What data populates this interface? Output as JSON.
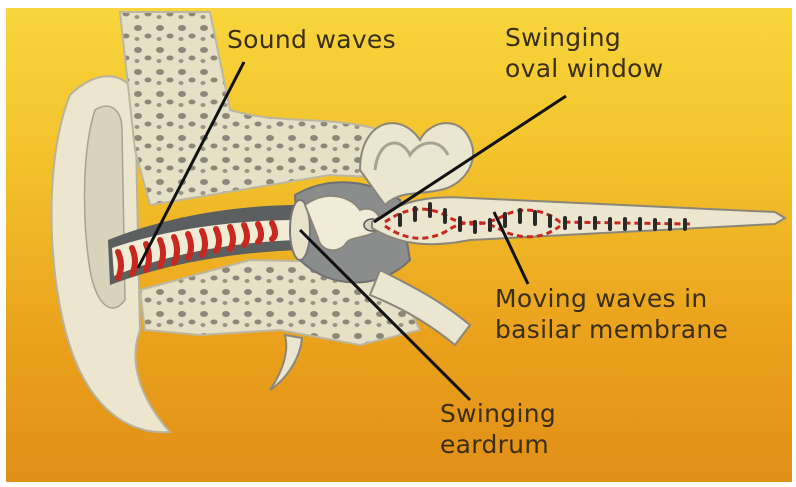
{
  "diagram": {
    "labels": {
      "sound_waves": "Sound waves",
      "oval_window_line1": "Swinging",
      "oval_window_line2": "oval window",
      "basilar_line1": "Moving waves in",
      "basilar_line2": "basilar membrane",
      "eardrum_line1": "Swinging",
      "eardrum_line2": "eardrum"
    },
    "colors": {
      "background_top": "#f8d53c",
      "background_bottom": "#e18f17",
      "bone": "#ebe6cf",
      "bone_spots": "#8d877a",
      "canal": "#5c5f60",
      "sound_wave": "#c8281f",
      "text": "#3a2e14"
    }
  }
}
